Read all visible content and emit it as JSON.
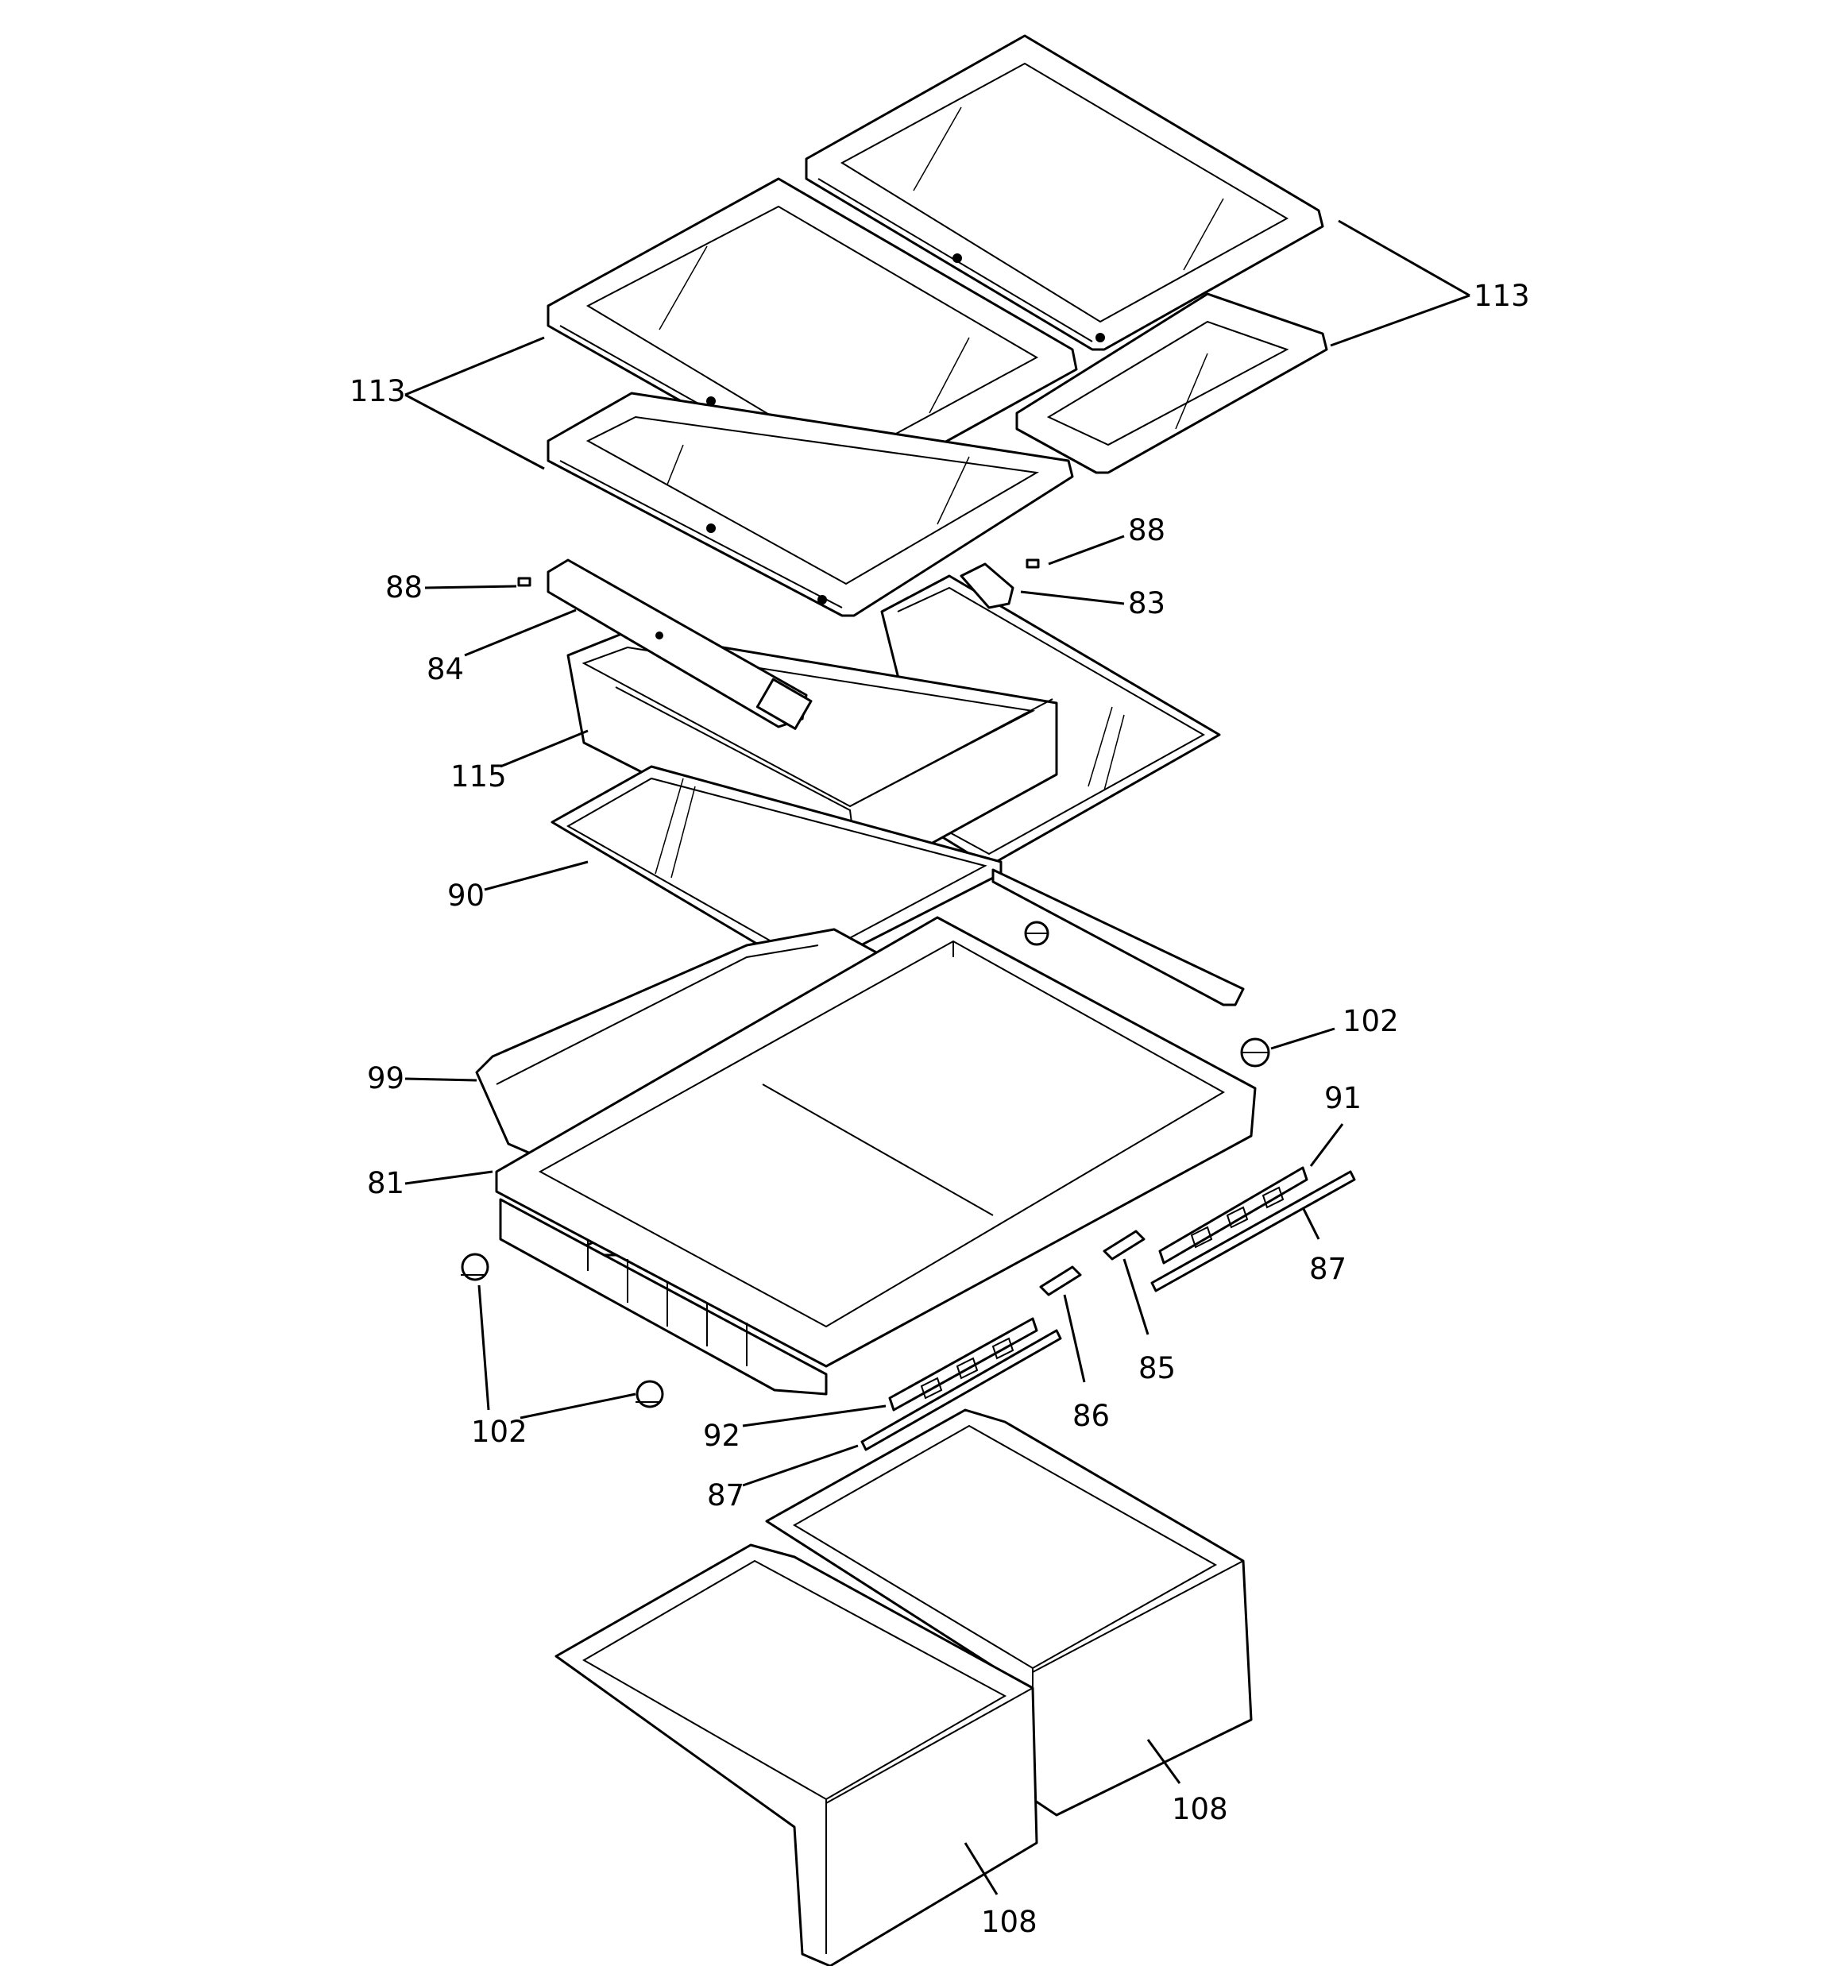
{
  "callouts": {
    "c113_right": "113",
    "c113_left": "113",
    "c88_left": "88",
    "c88_right": "88",
    "c83": "83",
    "c84": "84",
    "c115": "115",
    "c90": "90",
    "c102_right": "102",
    "c99": "99",
    "c91": "91",
    "c81": "81",
    "c87_right": "87",
    "c85": "85",
    "c86": "86",
    "c102_left": "102",
    "c92": "92",
    "c87_left": "87",
    "c108_right": "108",
    "c108_left": "108"
  }
}
